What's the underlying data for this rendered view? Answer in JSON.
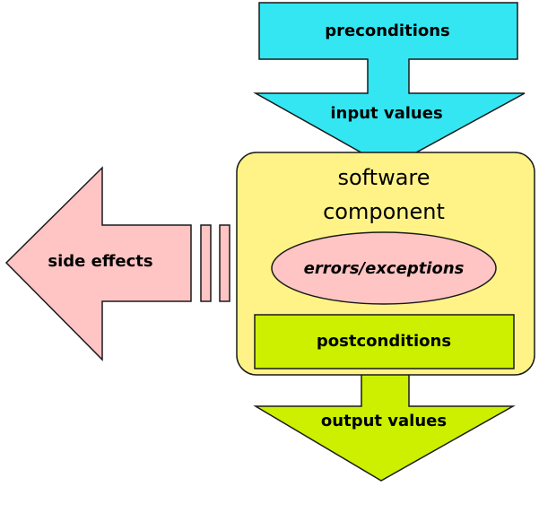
{
  "diagram": {
    "colors": {
      "input_arrow": "#33e6f2",
      "component_box": "#fff388",
      "postconditions": "#ccf000",
      "side_effects": "#ffc4c4",
      "errors_ellipse": "#ffc4c4",
      "stroke": "#1a1a1a"
    },
    "input_arrow": {
      "top_label": "preconditions",
      "bottom_label": "input values"
    },
    "component": {
      "title_line1": "software",
      "title_line2": "component",
      "errors_label": "errors/exceptions"
    },
    "output_arrow": {
      "top_label": "postconditions",
      "bottom_label": "output values"
    },
    "side_effects": {
      "label": "side effects"
    }
  }
}
